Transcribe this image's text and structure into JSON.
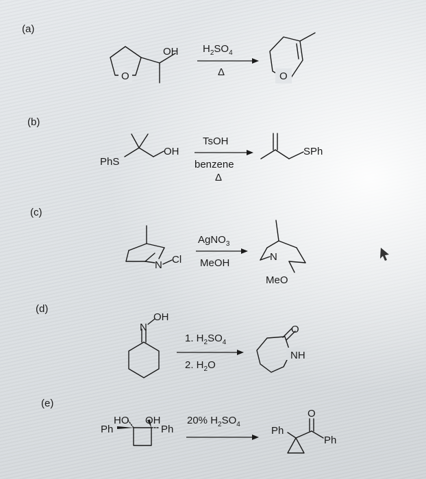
{
  "parts": {
    "a": "(a)",
    "b": "(b)",
    "c": "(c)",
    "d": "(d)",
    "e": "(e)"
  },
  "a": {
    "reactant_oh": "OH",
    "reactant_o": "O",
    "reagent_main": "H",
    "reagent_sub1": "2",
    "reagent_main2": "SO",
    "reagent_sub2": "4",
    "condition": "Δ",
    "product_o": "O"
  },
  "b": {
    "reactant_phs": "PhS",
    "reactant_oh": "OH",
    "reagent": "TsOH",
    "solvent": "benzene",
    "condition": "Δ",
    "product_sph": "SPh"
  },
  "c": {
    "reactant_n": "N",
    "reactant_cl": "Cl",
    "reagent_main": "AgNO",
    "reagent_sub": "3",
    "solvent": "MeOH",
    "product_n": "N",
    "product_meo": "MeO"
  },
  "d": {
    "reactant_n": "N",
    "reactant_oh": "OH",
    "step1_main": "1. H",
    "step1_sub1": "2",
    "step1_main2": "SO",
    "step1_sub2": "4",
    "step2_main": "2. H",
    "step2_sub": "2",
    "step2_main2": "O",
    "product_o": "O",
    "product_nh": "NH"
  },
  "e": {
    "reactant_ho": "HO",
    "reactant_oh": "OH",
    "reactant_ph_left": "Ph",
    "reactant_ph_right": "Ph",
    "reagent_main": "20% H",
    "reagent_sub1": "2",
    "reagent_main2": "SO",
    "reagent_sub2": "4",
    "product_ph_left": "Ph",
    "product_ph_right": "Ph",
    "product_o": "O"
  }
}
